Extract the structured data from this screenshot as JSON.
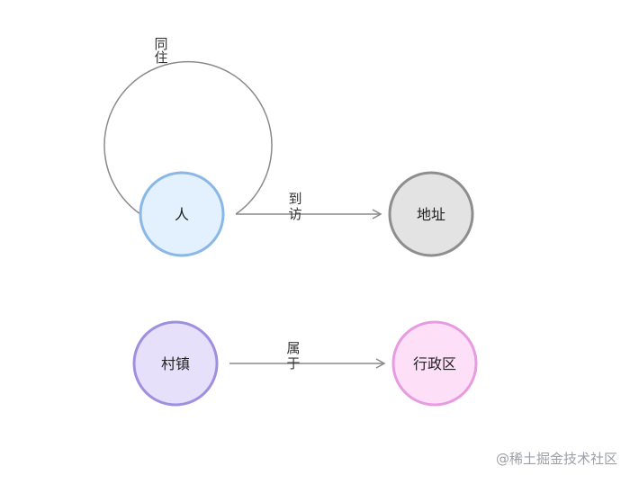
{
  "nodes": [
    {
      "id": "person",
      "label": "人",
      "fill": "#e3f0fd",
      "stroke": "#8ab8e6"
    },
    {
      "id": "address",
      "label": "地址",
      "fill": "#e3e3e3",
      "stroke": "#8e8e8e"
    },
    {
      "id": "village",
      "label": "村镇",
      "fill": "#e6e0fb",
      "stroke": "#9f8fdf"
    },
    {
      "id": "district",
      "label": "行政区",
      "fill": "#fde0f8",
      "stroke": "#e79be0"
    }
  ],
  "edges": [
    {
      "id": "cohabit",
      "from": "person",
      "to": "person",
      "label": [
        "同",
        "住"
      ]
    },
    {
      "id": "visit",
      "from": "person",
      "to": "address",
      "label": [
        "到",
        "访"
      ]
    },
    {
      "id": "belongs",
      "from": "village",
      "to": "district",
      "label": [
        "属",
        "于"
      ]
    }
  ],
  "colors": {
    "edge": "#8a8a8a"
  },
  "watermark": "@稀土掘金技术社区"
}
